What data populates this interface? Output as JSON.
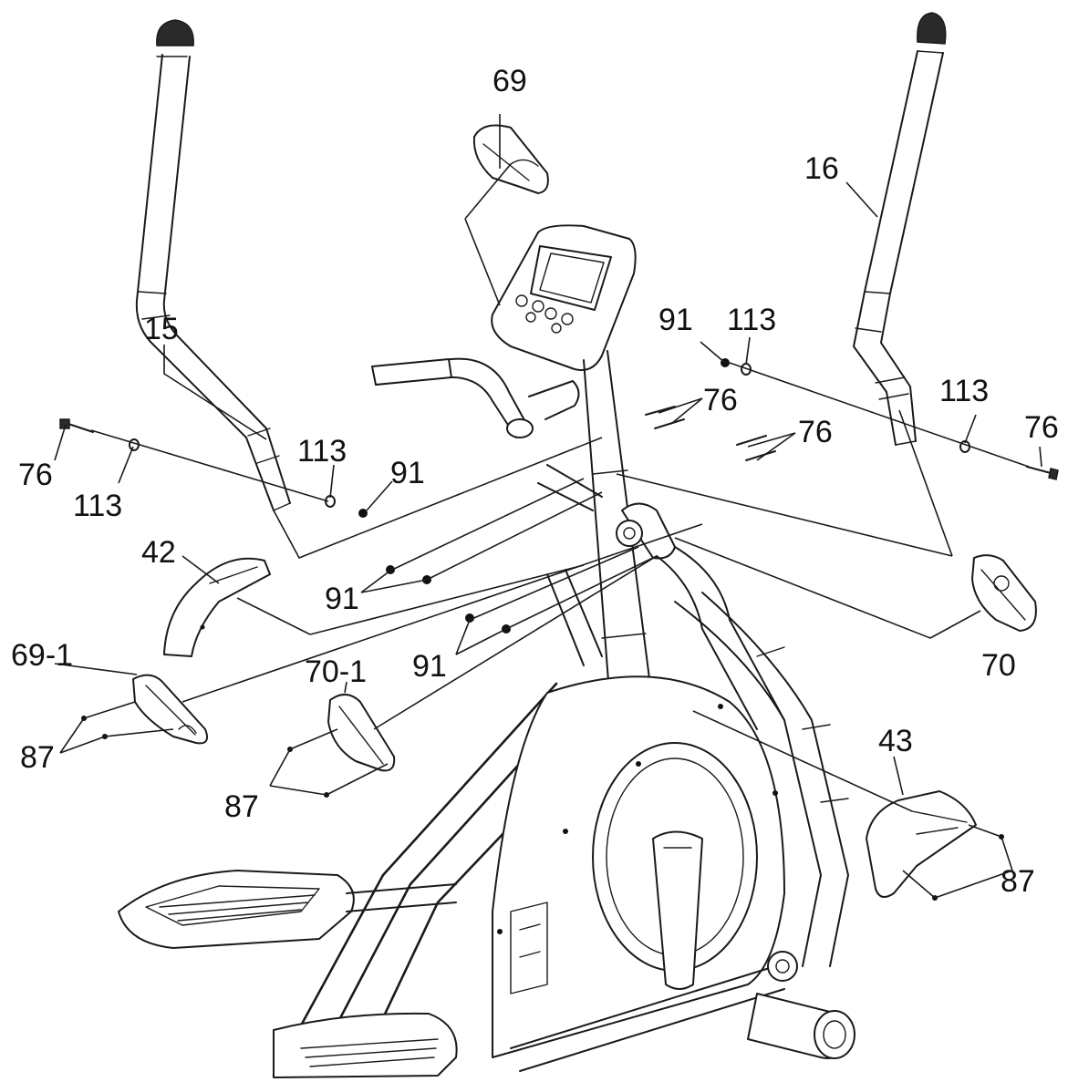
{
  "diagram": {
    "labels": {
      "l69": "69",
      "l16": "16",
      "l15": "15",
      "l91a": "91",
      "l113a": "113",
      "l76a": "76",
      "l76b": "76",
      "l113b": "113",
      "l76c": "76",
      "l76d": "76",
      "l113c": "113",
      "l113d": "113",
      "l91b": "91",
      "l42": "42",
      "l91c": "91",
      "l70": "70",
      "l69_1": "69-1",
      "l70_1": "70-1",
      "l91d": "91",
      "l43": "43",
      "l87a": "87",
      "l87b": "87",
      "l87c": "87"
    }
  }
}
